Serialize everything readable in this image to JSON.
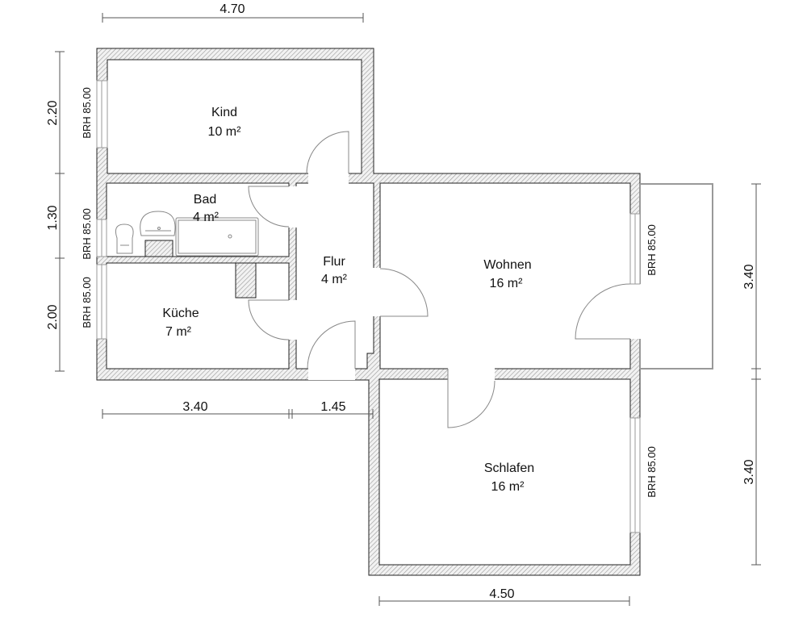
{
  "rooms": [
    {
      "name": "Kind",
      "area": "10 m²"
    },
    {
      "name": "Bad",
      "area": "4 m²"
    },
    {
      "name": "Küche",
      "area": "7 m²"
    },
    {
      "name": "Flur",
      "area": "4 m²"
    },
    {
      "name": "Wohnen",
      "area": "16 m²"
    },
    {
      "name": "Schlafen",
      "area": "16 m²"
    }
  ],
  "dimensions": {
    "top": "4.70",
    "left": [
      "2.20",
      "1.30",
      "2.00"
    ],
    "bottom_left": [
      "3.40",
      "1.45"
    ],
    "bottom_right": "4.50",
    "right": [
      "3.40",
      "3.40"
    ]
  },
  "windows": {
    "label": "BRH 85.00"
  },
  "colors": {
    "wall_fill": "#d8d8d8",
    "line": "#222222"
  }
}
